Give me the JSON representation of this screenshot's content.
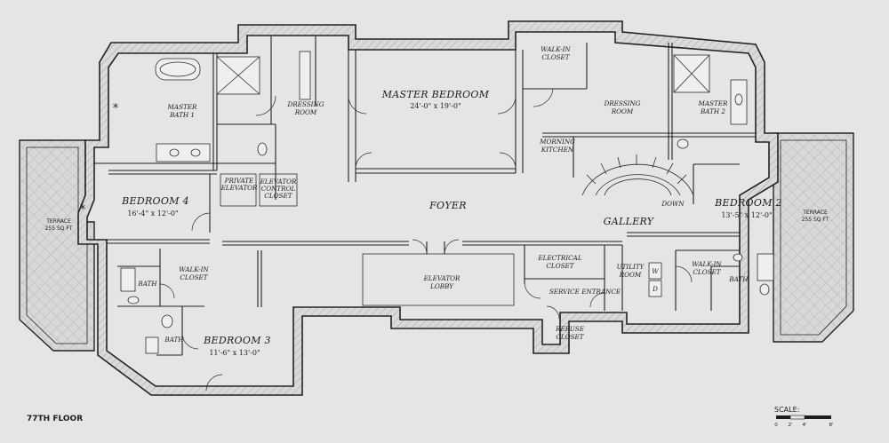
{
  "floor_label": "77TH FLOOR",
  "scale": {
    "label": "SCALE:",
    "ticks": [
      "0",
      "2'",
      "4'",
      "8'"
    ]
  },
  "rooms": {
    "master_bedroom": {
      "name": "MASTER BEDROOM",
      "dims": "24'-0\" x 19'-0\""
    },
    "bedroom4": {
      "name": "BEDROOM 4",
      "dims": "16'-4\" x 12'-0\""
    },
    "bedroom2": {
      "name": "BEDROOM 2",
      "dims": "13'-5\" x 12'-0\""
    },
    "bedroom3": {
      "name": "BEDROOM 3",
      "dims": "11'-6\" x 13'-0\""
    },
    "foyer": "FOYER",
    "gallery": "GALLERY",
    "master_bath1": [
      "MASTER",
      "BATH 1"
    ],
    "master_bath2": [
      "MASTER",
      "BATH 2"
    ],
    "dressing_left": [
      "DRESSING",
      "ROOM"
    ],
    "dressing_right": [
      "DRESSING",
      "ROOM"
    ],
    "walkin_top": [
      "WALK-IN",
      "CLOSET"
    ],
    "morning_kitchen": [
      "MORNING",
      "KITCHEN"
    ],
    "private_elevator": [
      "PRIVATE",
      "ELEVATOR"
    ],
    "elevator_control": [
      "ELEVATOR",
      "CONTROL",
      "CLOSET"
    ],
    "elevator_lobby": [
      "ELEVATOR",
      "LOBBY"
    ],
    "electrical_closet": [
      "ELECTRICAL",
      "CLOSET"
    ],
    "utility_room": [
      "UTILITY",
      "ROOM"
    ],
    "service_entrance": "SERVICE ENTRANCE",
    "refuse_closet": [
      "REFUSE",
      "CLOSET"
    ],
    "walkin_left": [
      "WALK-IN",
      "CLOSET"
    ],
    "walkin_right": [
      "WALK-IN",
      "CLOSET"
    ],
    "bath_left": "BATH",
    "bath_left2": "BATH",
    "bath_right": "BATH",
    "down": "DOWN",
    "washer": "W",
    "dryer": "D",
    "terrace_left": [
      "TERRACE",
      "255 SQ FT"
    ],
    "terrace_right": [
      "TERRACE",
      "255 SQ FT"
    ],
    "star_symbol": "*"
  }
}
